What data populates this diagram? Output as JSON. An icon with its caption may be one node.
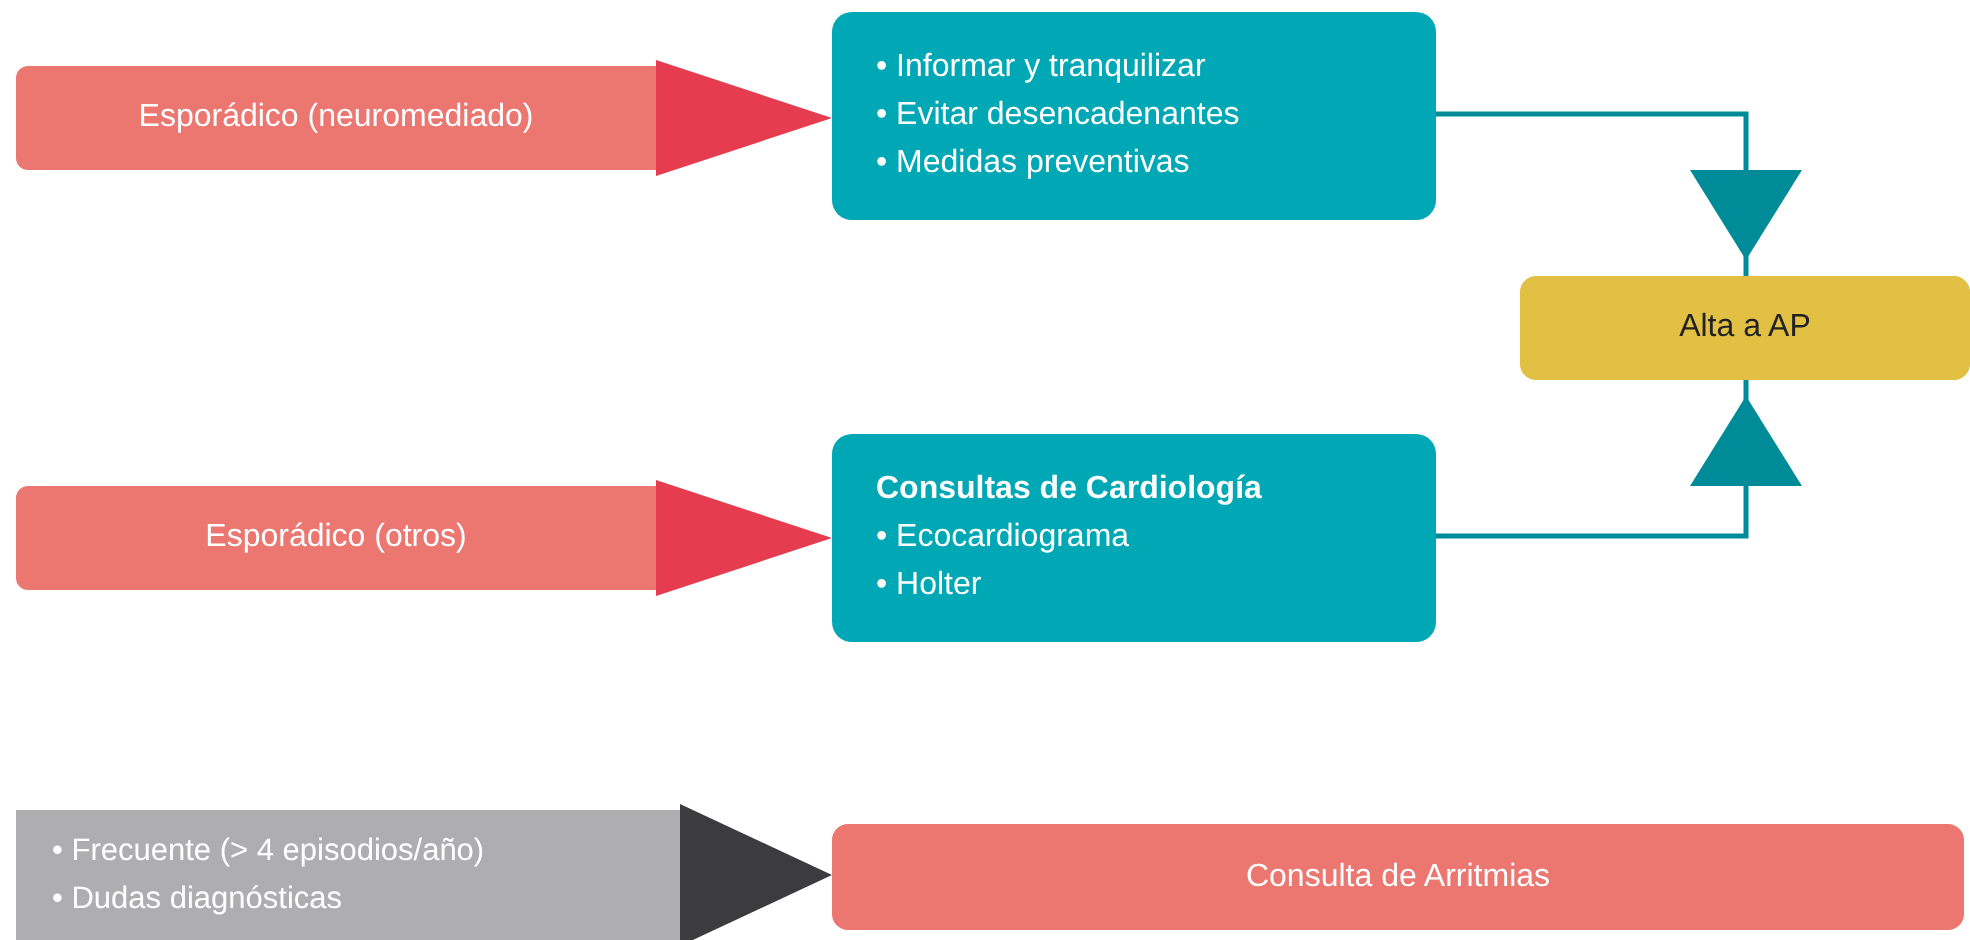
{
  "diagram": {
    "nodes": [
      {
        "text": [
          "Esporádico (neuromediado)"
        ]
      },
      {
        "text": [
          "• Informar y tranquilizar",
          "• Evitar desencadenantes",
          "• Medidas preventivas"
        ]
      },
      {
        "text": [
          "Alta a AP"
        ]
      },
      {
        "text": [
          "Esporádico (otros)"
        ]
      },
      {
        "text": [
          "Consultas de Cardiología",
          "• Ecocardiograma",
          "• Holter"
        ]
      },
      {
        "text": [
          "• Frecuente (> 4 episodios/año)",
          "• Dudas diagnósticas"
        ]
      },
      {
        "text": [
          "Consulta de Arritmias"
        ]
      }
    ],
    "edges": [
      {
        "from": 0,
        "to": 1,
        "arrow": "to",
        "color": "#e63c50"
      },
      {
        "from": 1,
        "to": 2,
        "arrow": "to",
        "color": "#008b99"
      },
      {
        "from": 3,
        "to": 4,
        "arrow": "to",
        "color": "#e63c50"
      },
      {
        "from": 4,
        "to": 2,
        "arrow": "to",
        "color": "#008b99"
      },
      {
        "from": 5,
        "to": 6,
        "arrow": "to",
        "color": "#3c3b3d"
      }
    ]
  }
}
